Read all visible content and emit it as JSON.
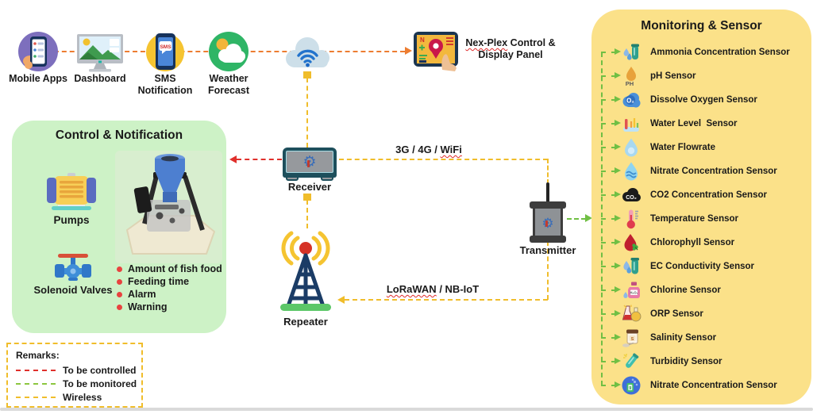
{
  "top_row": {
    "items": [
      {
        "label": "Mobile Apps",
        "icon": "mobile-apps-icon"
      },
      {
        "label": "Dashboard",
        "icon": "dashboard-icon"
      },
      {
        "label": "SMS Notification",
        "icon": "sms-notification-icon"
      },
      {
        "label": "Weather Forecast",
        "icon": "weather-forecast-icon"
      }
    ],
    "cloud_icon": "wifi-cloud-icon"
  },
  "panel": {
    "name": "Nex-Plex",
    "line1_rest": " Control &",
    "line2": "Display Panel",
    "icon": "map-display-panel-icon"
  },
  "control_box": {
    "title": "Control & Notification",
    "pumps_label": "Pumps",
    "valves_label": "Solenoid Valves",
    "feeder_image": "fish-feeder-photo",
    "bullets": [
      "Amount of fish food",
      "Feeding time",
      "Alarm",
      "Warning"
    ]
  },
  "network": {
    "receiver_label": "Receiver",
    "repeater_label": "Repeater",
    "transmitter_label": "Transmitter",
    "link_top": {
      "prefix": "3G / 4G / ",
      "word": "WiFi",
      "suffix": ""
    },
    "link_bottom": {
      "prefix": "",
      "word": "LoRaWAN",
      "suffix": " / NB-IoT"
    }
  },
  "sensor_box": {
    "title": "Monitoring & Sensor",
    "sensors": [
      {
        "label": "Ammonia Concentration Sensor",
        "icon": "ammonia-sensor-icon"
      },
      {
        "label": "pH Sensor",
        "icon": "ph-sensor-icon"
      },
      {
        "label": "Dissolve Oxygen Sensor",
        "icon": "dissolved-oxygen-sensor-icon"
      },
      {
        "label": "Water Level  Sensor",
        "icon": "water-level-sensor-icon"
      },
      {
        "label": "Water Flowrate",
        "icon": "water-flowrate-icon"
      },
      {
        "label": "Nitrate Concentration Sensor",
        "icon": "nitrate-sensor-icon"
      },
      {
        "label": "CO2 Concentration Sensor",
        "icon": "co2-sensor-icon"
      },
      {
        "label": "Temperature Sensor",
        "icon": "temperature-sensor-icon"
      },
      {
        "label": "Chlorophyll Sensor",
        "icon": "chlorophyll-sensor-icon"
      },
      {
        "label": "EC Conductivity Sensor",
        "icon": "ec-conductivity-sensor-icon"
      },
      {
        "label": "Chlorine Sensor",
        "icon": "chlorine-sensor-icon"
      },
      {
        "label": "ORP Sensor",
        "icon": "orp-sensor-icon"
      },
      {
        "label": "Salinity Sensor",
        "icon": "salinity-sensor-icon"
      },
      {
        "label": "Turbidity Sensor",
        "icon": "turbidity-sensor-icon"
      },
      {
        "label": "Nitrate Concentration Sensor",
        "icon": "nitrate-sensor-icon-2"
      }
    ]
  },
  "remarks": {
    "title": "Remarks:",
    "items": [
      {
        "label": "To be controlled",
        "color": "#e0302c"
      },
      {
        "label": "To be monitored",
        "color": "#8cc63f"
      },
      {
        "label": "Wireless",
        "color": "#f0bd2b"
      }
    ]
  },
  "colors": {
    "wireless_link": "#f0bd2b",
    "controlled_link": "#e0302c",
    "monitored_link": "#70bf44",
    "internet_link": "#ed7d31",
    "control_box_bg": "#cdf2c6",
    "sensor_box_bg": "#fbe189"
  }
}
